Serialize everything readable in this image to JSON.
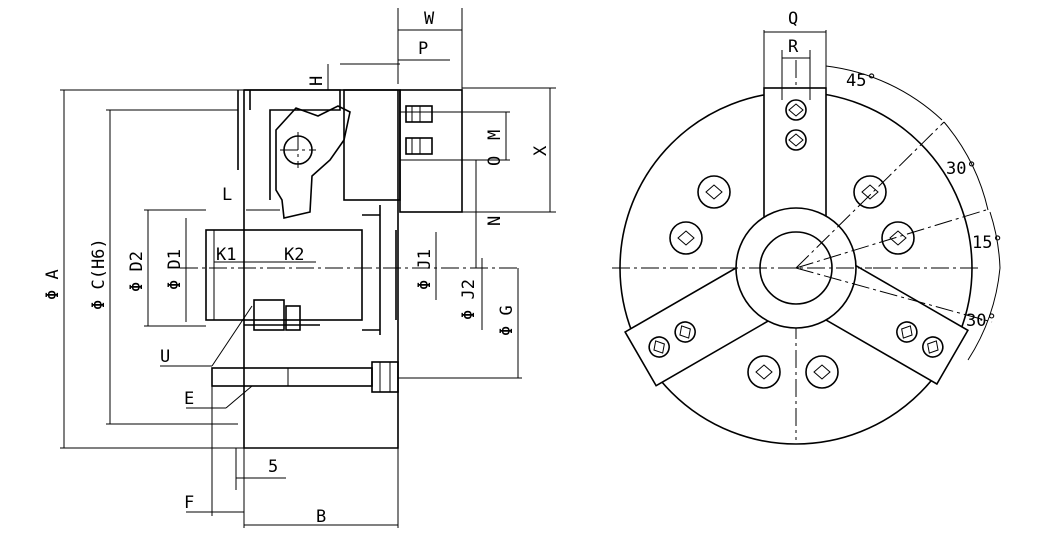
{
  "labels": {
    "phi_a": "Φ A",
    "phi_c": "Φ C(H6)",
    "phi_d2": "Φ D2",
    "phi_d1": "Φ D1",
    "l": "L",
    "k1": "K1",
    "k2": "K2",
    "u": "U",
    "e": "E",
    "f": "F",
    "five": "5",
    "b": "B",
    "w": "W",
    "p": "P",
    "h": "H",
    "m": "M",
    "o": "O",
    "x": "X",
    "n": "N",
    "phi_j1": "Φ J1",
    "phi_j2": "Φ J2",
    "phi_g": "Φ G",
    "q": "Q",
    "r": "R",
    "angle_45": "45°",
    "angle_30_top": "30°",
    "angle_15": "15°",
    "angle_30_bottom": "30°"
  }
}
